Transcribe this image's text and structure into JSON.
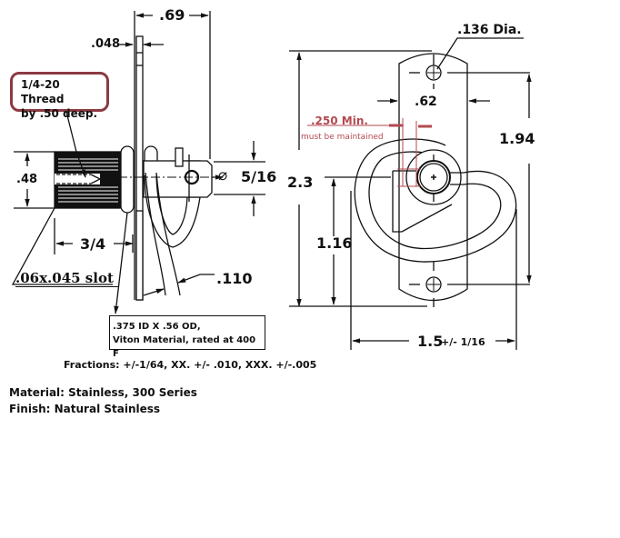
{
  "drawing": {
    "title": "Lanyard pin with D-ring – side and front views",
    "colors": {
      "line": "#111111",
      "accent_red": "#b34a52",
      "callout_border": "#8c3a42",
      "background": "#ffffff"
    }
  },
  "side_view": {
    "dimensions": {
      "overall_length": ".69",
      "plate_thickness": ".048",
      "knob_diameter": ".48",
      "knob_length": "3/4",
      "pin_diameter_symbol": "⌀",
      "pin_diameter": "5/16",
      "ring_wire": ".110"
    },
    "callouts": {
      "thread_line1": "1/4-20 Thread",
      "thread_line2": "by .50 deep.",
      "slot": ".06x.045 slot",
      "oring_line1": ".375 ID X .56 OD,",
      "oring_line2": "Viton Material, rated at 400 F"
    }
  },
  "front_view": {
    "dimensions": {
      "hole_dia": ".136 Dia.",
      "plate_width": ".62",
      "overall_height": "2.3",
      "hole_spacing": "1.94",
      "pin_height": "1.16",
      "overall_width": "1.5",
      "overall_width_tol": "+/- 1/16"
    },
    "clearance_note": {
      "value": ".250 Min.",
      "text": "must be maintained"
    }
  },
  "notes": {
    "tolerances": "Fractions: +/-1/64, XX. +/- .010, XXX. +/-.005",
    "material": "Material:  Stainless, 300 Series",
    "finish": "Finish: Natural Stainless"
  }
}
